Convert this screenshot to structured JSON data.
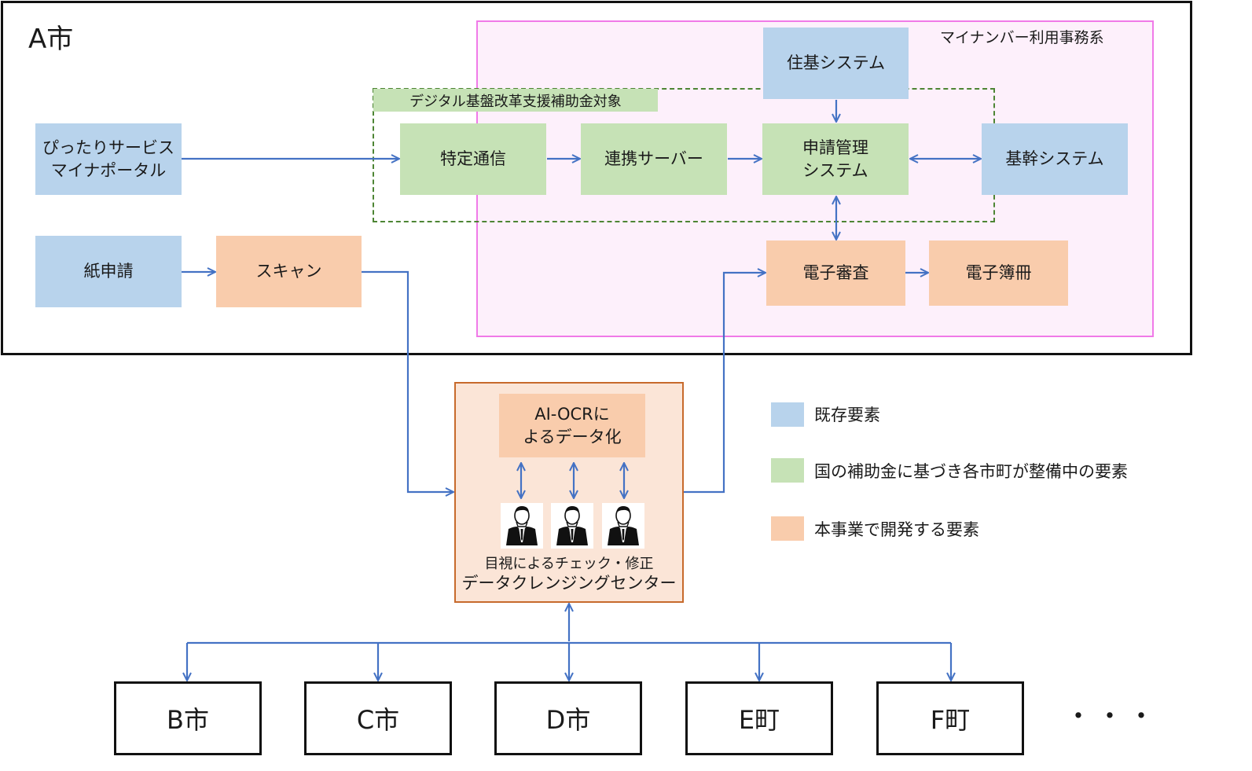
{
  "city_a": {
    "title": "A市"
  },
  "zones": {
    "mynumber": "マイナンバー利用事務系",
    "subsidy": "デジタル基盤改革支援補助金対象"
  },
  "nodes": {
    "juki": "住基システム",
    "pittari": "ぴったりサービス\nマイナポータル",
    "tokutei": "特定通信",
    "renkei": "連携サーバー",
    "shinsei": "申請管理\nシステム",
    "kikan": "基幹システム",
    "kami": "紙申請",
    "scan": "スキャン",
    "shinsa": "電子審査",
    "boki": "電子簿冊",
    "aiocr": "AI-OCRに\nよるデータ化"
  },
  "center": {
    "check_label": "目視によるチェック・修正",
    "name": "データクレンジングセンター"
  },
  "municipalities": [
    "B市",
    "C市",
    "D市",
    "E町",
    "F町"
  ],
  "ellipsis": "・・・",
  "legend": [
    {
      "color": "#b8d3ec",
      "label": "既存要素"
    },
    {
      "color": "#c6e2b6",
      "label": "国の補助金に基づき各市町が整備中の要素"
    },
    {
      "color": "#f9ccac",
      "label": "本事業で開発する要素"
    }
  ],
  "colors": {
    "arrow": "#4472c4",
    "existing": "#b8d3ec",
    "subsidized": "#c6e2b6",
    "new": "#f9ccac"
  }
}
